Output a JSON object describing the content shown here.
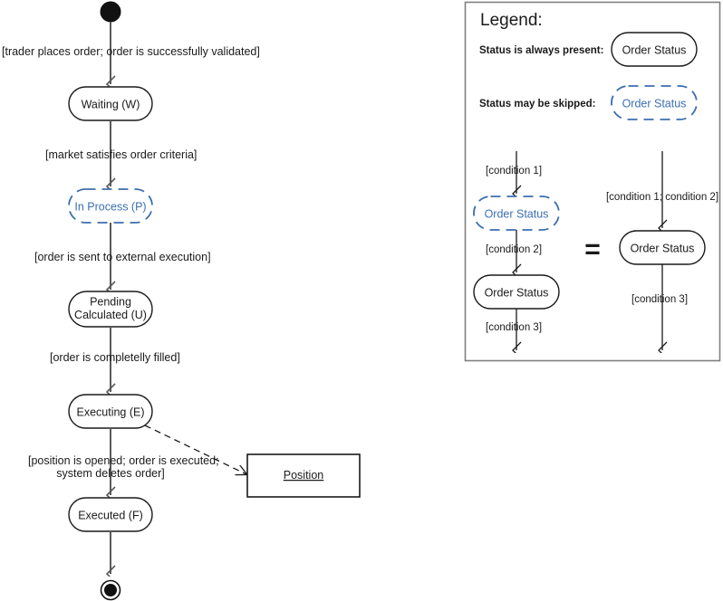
{
  "colors": {
    "solid_stroke": "#1a1a1a",
    "flow_line": "#5a5a5a",
    "skipped_blue": "#3b6fb0",
    "legend_border": "#808080",
    "node_fill": "#ffffff",
    "page_background": "#ffffff",
    "text": "#1a1a1a"
  },
  "main_flow": {
    "start_node": {
      "name": "initial-state",
      "shape": "filled-circle"
    },
    "end_node": {
      "name": "final-state",
      "shape": "bullseye-circle"
    },
    "states": [
      {
        "id": "waiting",
        "label": "Waiting (W)",
        "style": "solid",
        "skippable": false
      },
      {
        "id": "in-process",
        "label": "In Process (P)",
        "style": "dashed",
        "skippable": true
      },
      {
        "id": "pending",
        "label": "Pending\nCalculated (U)",
        "line1": "Pending",
        "line2": "Calculated (U)",
        "style": "solid",
        "skippable": false
      },
      {
        "id": "executing",
        "label": "Executing (E)",
        "style": "solid",
        "skippable": false
      },
      {
        "id": "executed",
        "label": "Executed (F)",
        "style": "solid",
        "skippable": false
      }
    ],
    "transitions": [
      {
        "id": "t1",
        "label": "[trader places order; order is successfully validated]",
        "from": "initial-state",
        "to": "waiting"
      },
      {
        "id": "t2",
        "label": "[market satisfies order criteria]",
        "from": "waiting",
        "to": "in-process"
      },
      {
        "id": "t3",
        "label": "[order is sent to external execution]",
        "from": "in-process",
        "to": "pending"
      },
      {
        "id": "t4",
        "label": "[order is completelly filled]",
        "from": "pending",
        "to": "executing"
      },
      {
        "id": "t5",
        "line1": "[position is opened; order is executed;",
        "line2": "system deletes order]",
        "from": "executing",
        "to": "executed"
      },
      {
        "id": "t6",
        "label": "",
        "from": "executed",
        "to": "final-state"
      }
    ],
    "object_node": {
      "id": "position",
      "label": "Position",
      "underlined": true,
      "arrow_style": "dashed-open"
    }
  },
  "legend": {
    "title": "Legend:",
    "rows": [
      {
        "id": "always-present",
        "caption": "Status is always present:",
        "sample_label": "Order Status",
        "style": "solid"
      },
      {
        "id": "may-be-skipped",
        "caption": "Status may be skipped:",
        "sample_label": "Order Status",
        "style": "dashed"
      }
    ],
    "equivalence": {
      "equals_symbol": "=",
      "left_column": {
        "nodes": [
          {
            "id": "legend-left-skipped",
            "label": "Order Status",
            "style": "dashed"
          },
          {
            "id": "legend-left-solid",
            "label": "Order Status",
            "style": "solid"
          }
        ],
        "edges": [
          {
            "id": "legend-left-cond1",
            "label": "[condition 1]"
          },
          {
            "id": "legend-left-cond2",
            "label": "[condition 2]"
          },
          {
            "id": "legend-left-cond3",
            "label": "[condition 3]"
          }
        ]
      },
      "right_column": {
        "nodes": [
          {
            "id": "legend-right-solid",
            "label": "Order Status",
            "style": "solid"
          }
        ],
        "edges": [
          {
            "id": "legend-right-cond12",
            "label": "[condition 1; condition 2]"
          },
          {
            "id": "legend-right-cond3",
            "label": "[condition 3]"
          }
        ]
      }
    }
  }
}
